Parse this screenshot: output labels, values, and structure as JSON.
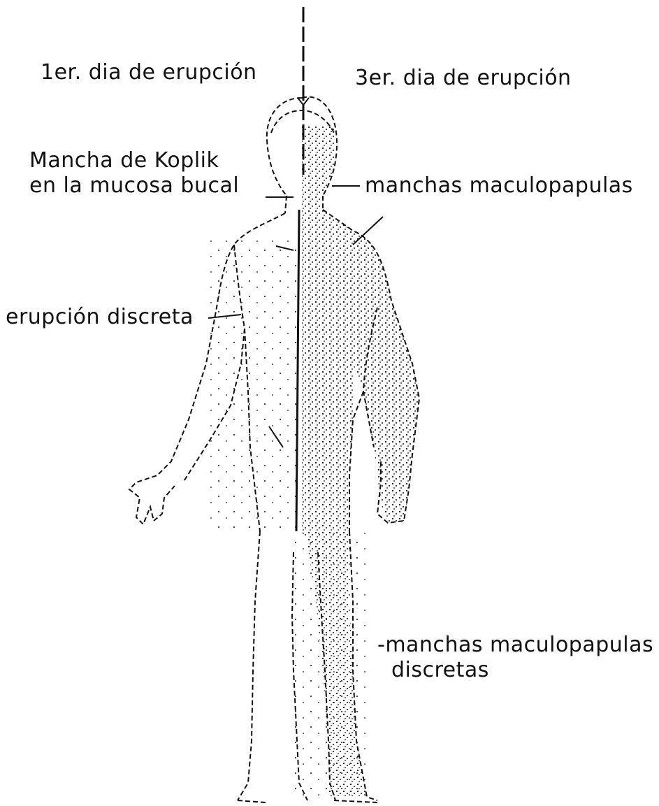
{
  "diagram": {
    "labels": {
      "day_one": "1er. dia de erupción",
      "day_three": "3er. dia de erupción",
      "koplik_line1": "Mancha de Koplik",
      "koplik_line2": "en la mucosa bucal",
      "maculopapules": "manchas maculopapulas",
      "discrete_rash": "erupción discreta",
      "discrete_macules_line1": "-manchas maculopapulas",
      "discrete_macules_line2": "discretas"
    },
    "colors": {
      "ink": "#111111",
      "background": "#ffffff"
    }
  }
}
